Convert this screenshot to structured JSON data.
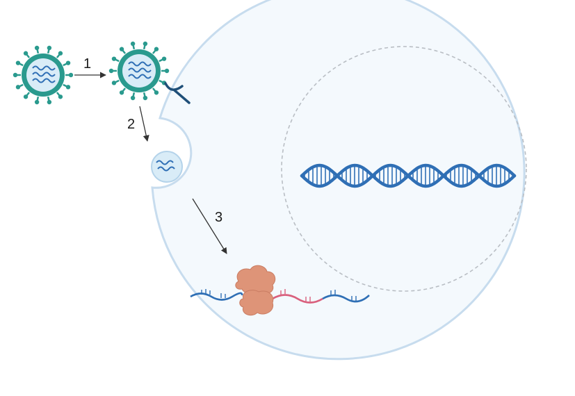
{
  "steps": [
    {
      "label": "1"
    },
    {
      "label": "2"
    },
    {
      "label": "3"
    }
  ],
  "colors": {
    "virus_shell": "#2a9a8e",
    "virus_core": "#d9ecf7",
    "rna": "#2f6fb5",
    "cell_fill": "#f4f9fd",
    "cell_membrane": "#c7dcee",
    "nucleus_outline": "#b9bec4",
    "dna": "#2f6fb5",
    "receptor": "#1f4f78",
    "ribosome": "#de9478",
    "mrna_host": "#2f6fb5",
    "mrna_viral": "#d9607d",
    "arrow": "#333333"
  },
  "icons": {
    "virus": "virus-icon",
    "receptor": "receptor-icon",
    "endosome": "endosome-icon",
    "dna": "dna-double-helix-icon",
    "ribosome": "ribosome-icon",
    "mrna": "mrna-strand-icon"
  }
}
